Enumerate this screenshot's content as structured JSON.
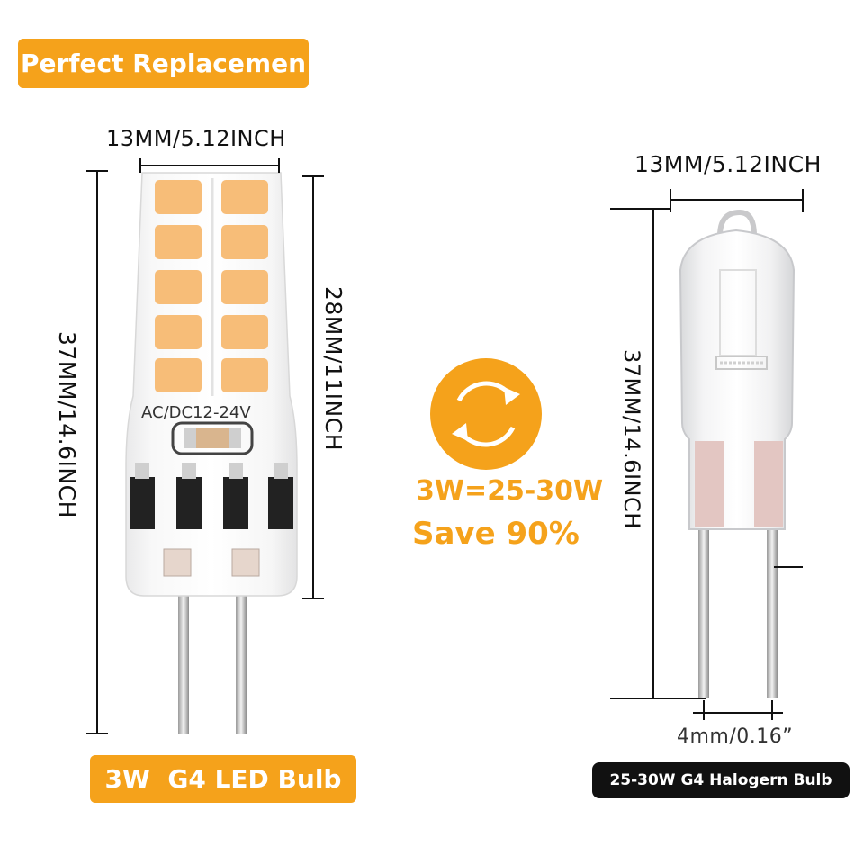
{
  "header": {
    "badge_text": "Perfect Replacemen"
  },
  "led_bulb": {
    "width_label": "13MM/5.12INCH",
    "total_height_label": "37MM/14.6INCH",
    "body_height_label": "28MM/11INCH",
    "voltage_label": "AC/DC12-24V",
    "caption": "3W  G4 LED Bulb"
  },
  "comparison": {
    "cycle_icon": "refresh-cycle-icon",
    "equivalence": "3W=25-30W",
    "savings": "Save 90%"
  },
  "halogen_bulb": {
    "width_label": "13MM/5.12INCH",
    "total_height_label": "37MM/14.6INCH",
    "pin_spacing_label": "4mm/0.16”",
    "caption": "25-30W G4 Halogern Bulb"
  },
  "colors": {
    "accent": "#f5a21b",
    "led_chip": "#f7bd78",
    "dark_badge": "#111111"
  }
}
